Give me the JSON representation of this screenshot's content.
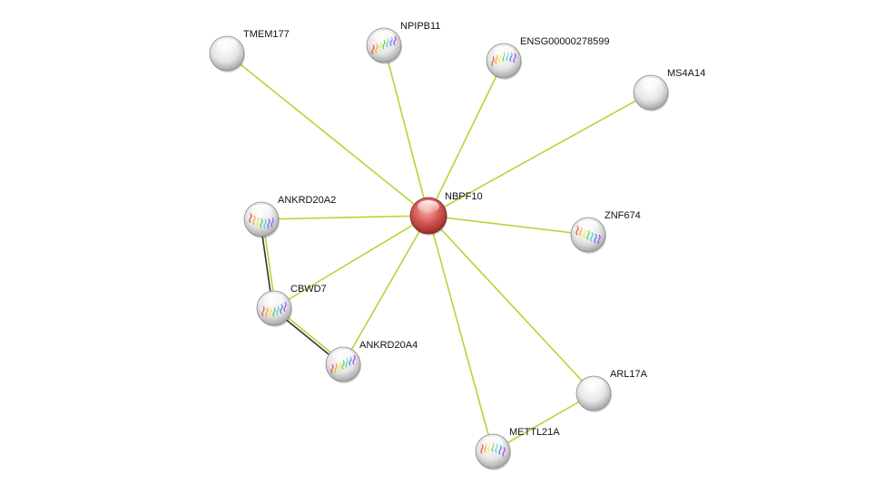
{
  "network": {
    "nodes": [
      {
        "id": "NBPF10",
        "label": "NBPF10",
        "query": true,
        "structure": false
      },
      {
        "id": "TMEM177",
        "label": "TMEM177",
        "query": false,
        "structure": false
      },
      {
        "id": "NPIPB11",
        "label": "NPIPB11",
        "query": false,
        "structure": true
      },
      {
        "id": "ENSG00000278599",
        "label": "ENSG00000278599",
        "query": false,
        "structure": true
      },
      {
        "id": "MS4A14",
        "label": "MS4A14",
        "query": false,
        "structure": false
      },
      {
        "id": "ZNF674",
        "label": "ZNF674",
        "query": false,
        "structure": true
      },
      {
        "id": "ANKRD20A2",
        "label": "ANKRD20A2",
        "query": false,
        "structure": true
      },
      {
        "id": "CBWD7",
        "label": "CBWD7",
        "query": false,
        "structure": true
      },
      {
        "id": "ANKRD20A4",
        "label": "ANKRD20A4",
        "query": false,
        "structure": true
      },
      {
        "id": "ARL17A",
        "label": "ARL17A",
        "query": false,
        "structure": false
      },
      {
        "id": "METTL21A",
        "label": "METTL21A",
        "query": false,
        "structure": true
      }
    ],
    "edges": [
      {
        "source": "NBPF10",
        "target": "TMEM177",
        "types": [
          "textmining"
        ]
      },
      {
        "source": "NBPF10",
        "target": "NPIPB11",
        "types": [
          "textmining"
        ]
      },
      {
        "source": "NBPF10",
        "target": "ENSG00000278599",
        "types": [
          "textmining"
        ]
      },
      {
        "source": "NBPF10",
        "target": "MS4A14",
        "types": [
          "textmining"
        ]
      },
      {
        "source": "NBPF10",
        "target": "ZNF674",
        "types": [
          "textmining"
        ]
      },
      {
        "source": "NBPF10",
        "target": "ANKRD20A2",
        "types": [
          "textmining"
        ]
      },
      {
        "source": "NBPF10",
        "target": "CBWD7",
        "types": [
          "textmining"
        ]
      },
      {
        "source": "NBPF10",
        "target": "ANKRD20A4",
        "types": [
          "textmining"
        ]
      },
      {
        "source": "NBPF10",
        "target": "ARL17A",
        "types": [
          "textmining"
        ]
      },
      {
        "source": "NBPF10",
        "target": "METTL21A",
        "types": [
          "textmining"
        ]
      },
      {
        "source": "ANKRD20A2",
        "target": "CBWD7",
        "types": [
          "textmining",
          "coexpression"
        ]
      },
      {
        "source": "CBWD7",
        "target": "ANKRD20A4",
        "types": [
          "textmining",
          "coexpression"
        ]
      },
      {
        "source": "ARL17A",
        "target": "METTL21A",
        "types": [
          "textmining"
        ]
      }
    ]
  },
  "colors": {
    "textmining": "#b8d336",
    "coexpression": "#333333",
    "query_node": "#d9534f",
    "node": "#e8e8e8"
  }
}
